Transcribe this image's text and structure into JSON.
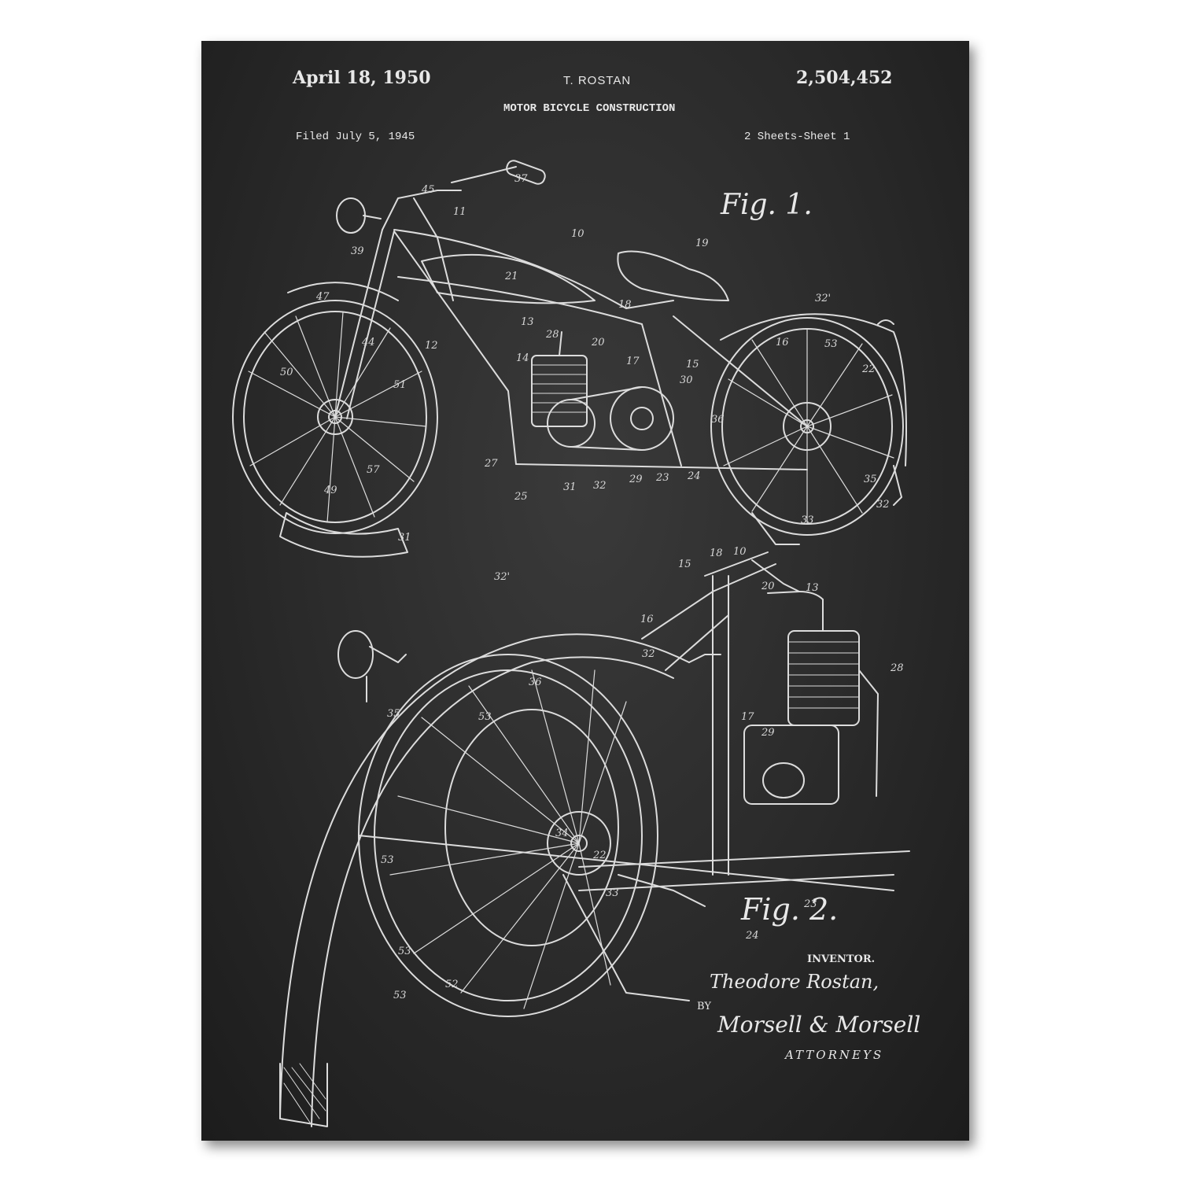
{
  "header": {
    "date": "April 18, 1950",
    "inventor_name": "T. ROSTAN",
    "patent_number": "2,504,452",
    "title": "MOTOR BICYCLE CONSTRUCTION",
    "filed": "Filed July 5, 1945",
    "sheets": "2 Sheets-Sheet 1"
  },
  "figures": {
    "fig1_label": "Fig. 1.",
    "fig2_label": "Fig. 2."
  },
  "footer": {
    "inventor_caption": "INVENTOR.",
    "inventor_signature": "Theodore Rostan,",
    "by": "BY",
    "attorneys_signature": "Morsell & Morsell",
    "attorneys_caption": "ATTORNEYS"
  },
  "fig1_refs": [
    "37",
    "45",
    "11",
    "10",
    "19",
    "39",
    "47",
    "21",
    "18",
    "32'",
    "13",
    "28",
    "20",
    "16",
    "53",
    "14",
    "17",
    "15",
    "50",
    "44",
    "30",
    "22",
    "12",
    "51",
    "36",
    "27",
    "31",
    "32",
    "29",
    "23",
    "24",
    "25",
    "49",
    "57",
    "35",
    "32",
    "33",
    "31"
  ],
  "fig2_refs": [
    "32'",
    "15",
    "18",
    "10",
    "20",
    "13",
    "16",
    "32",
    "28",
    "36",
    "17",
    "35",
    "53",
    "29",
    "53",
    "34",
    "22",
    "33",
    "23",
    "24",
    "53",
    "52",
    "53"
  ],
  "colors": {
    "board": "#2a2a2a",
    "chalk": "#e8e8e8",
    "background": "#ffffff"
  }
}
